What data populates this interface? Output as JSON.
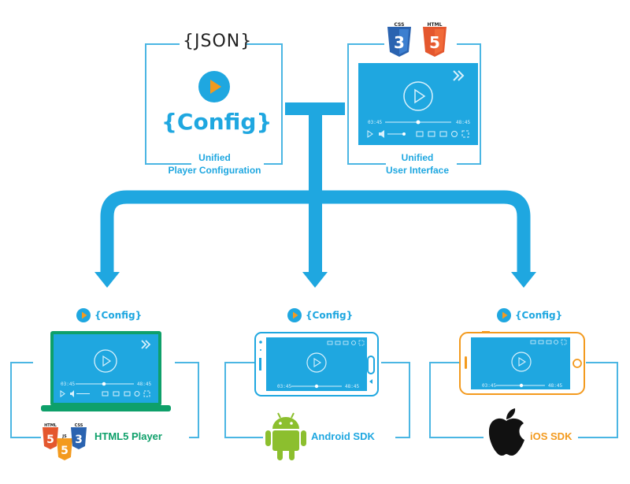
{
  "top_left": {
    "json_label": "{JSON}",
    "config_label": "{Config}",
    "caption_line1": "Unified",
    "caption_line2": "Player Configuration"
  },
  "top_right": {
    "css_badge": "CSS",
    "css_number": "3",
    "html_badge": "HTML",
    "html_number": "5",
    "caption_line1": "Unified",
    "caption_line2": "User Interface",
    "player": {
      "time_start": "03:45",
      "time_end": "48:45"
    }
  },
  "targets": [
    {
      "config_label": "{Config}",
      "platform_label": "HTML5 Player",
      "color": "#0ea06a",
      "player": {
        "time_start": "03:45",
        "time_end": "48:45"
      },
      "badges": {
        "html_badge": "HTML",
        "html_number": "5",
        "js_badge": "JS",
        "js_number": "5",
        "css_badge": "CSS",
        "css_number": "3"
      }
    },
    {
      "config_label": "{Config}",
      "platform_label": "Android SDK",
      "color": "#1fa7e0",
      "player": {
        "time_start": "03:45",
        "time_end": "48:45"
      }
    },
    {
      "config_label": "{Config}",
      "platform_label": "iOS SDK",
      "color": "#f39a1e",
      "player": {
        "time_start": "03:45",
        "time_end": "48:45"
      }
    }
  ],
  "colors": {
    "accent": "#1fa7e0",
    "frame": "#4bb6e3",
    "html5_green": "#0ea06a",
    "ios_orange": "#f39a1e",
    "android_green": "#8cbf2e",
    "css_blue": "#2a63b0",
    "html_orange": "#e4572e"
  },
  "icons": [
    "play-icon",
    "css3-badge-icon",
    "html5-badge-icon",
    "android-robot-icon",
    "apple-logo-icon",
    "laptop-icon",
    "phone-icon"
  ]
}
